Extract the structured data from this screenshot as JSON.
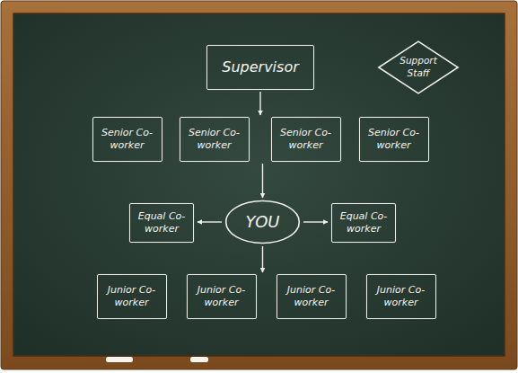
{
  "diagram": {
    "nodes": [
      {
        "text": [
          "Supervisor"
        ]
      },
      {
        "text": [
          "Support Staff"
        ]
      },
      {
        "text": [
          "Senior Co-worker"
        ]
      },
      {
        "text": [
          "Senior Co-worker"
        ]
      },
      {
        "text": [
          "Senior Co-worker"
        ]
      },
      {
        "text": [
          "Senior Co-worker"
        ]
      },
      {
        "text": [
          "Equal Co-worker"
        ]
      },
      {
        "text": [
          "YOU"
        ]
      },
      {
        "text": [
          "Equal Co-worker"
        ]
      },
      {
        "text": [
          "Junior Co-worker"
        ]
      },
      {
        "text": [
          "Junior Co-worker"
        ]
      },
      {
        "text": [
          "Junior Co-worker"
        ]
      },
      {
        "text": [
          "Junior Co-worker"
        ]
      }
    ],
    "edges": [
      {
        "from": 0,
        "to": 3,
        "arrow": "to"
      },
      {
        "from": 3,
        "to": 7,
        "arrow": "to"
      },
      {
        "from": 7,
        "to": 6,
        "arrow": "to"
      },
      {
        "from": 7,
        "to": 8,
        "arrow": "to"
      },
      {
        "from": 7,
        "to": 10,
        "arrow": "to"
      }
    ]
  }
}
